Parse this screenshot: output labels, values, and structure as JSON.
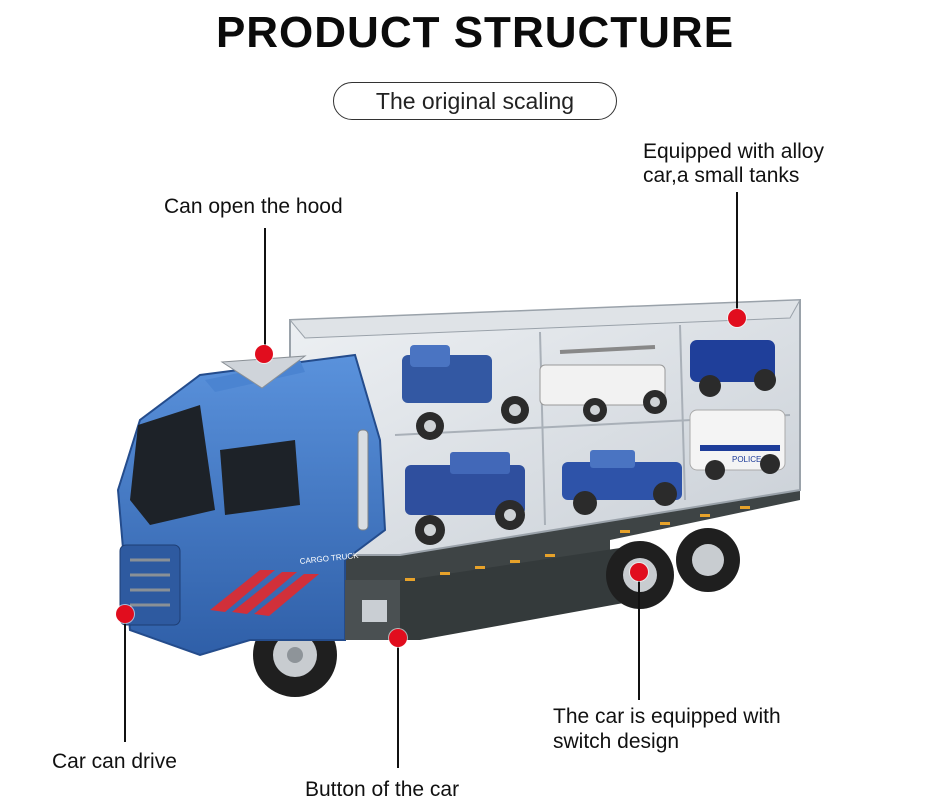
{
  "header": {
    "title": "PRODUCT STRUCTURE",
    "subtitle": "The original scaling"
  },
  "callouts": {
    "hood": "Can open the hood",
    "alloy_line1": "Equipped with alloy",
    "alloy_line2": "car,a small tanks",
    "switch_line1": "The car is equipped with",
    "switch_line2": "switch design",
    "drive": "Car can drive",
    "button": "Button of the car"
  },
  "truck": {
    "cab_decal": "CARGO TRUCK",
    "van_decal": "POLICE"
  },
  "colors": {
    "cab_blue": "#3f78c8",
    "trailer_gray": "#3e4445",
    "marker_red": "#e10d1e",
    "stripe_red": "#d1303a"
  }
}
